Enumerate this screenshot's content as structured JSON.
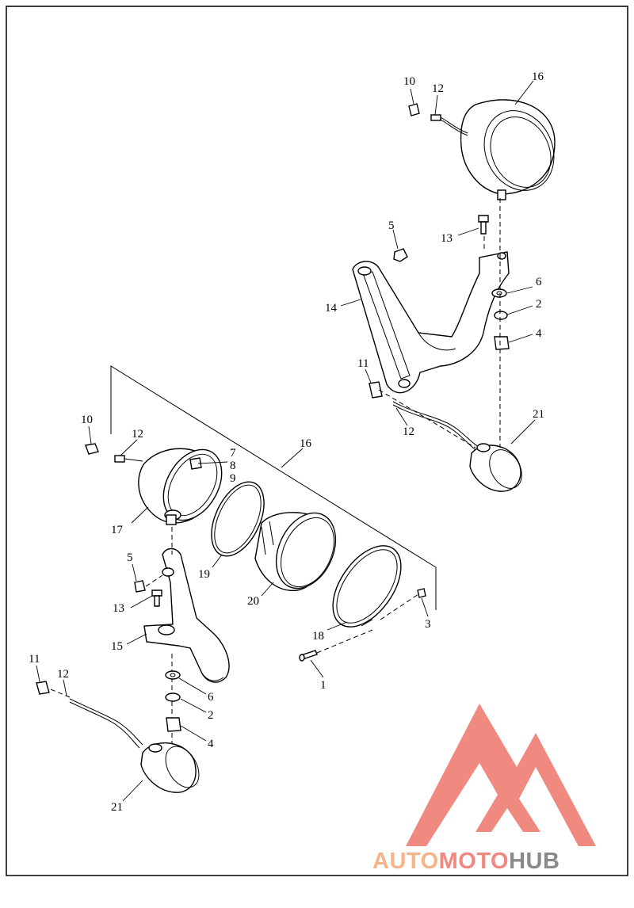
{
  "diagram": {
    "callouts": {
      "c10a": "10",
      "c12a": "12",
      "c16a": "16",
      "c5a": "5",
      "c13a": "13",
      "c6a": "6",
      "c2a": "2",
      "c4a": "4",
      "c14": "14",
      "c11a": "11",
      "c12b": "12",
      "c21a": "21",
      "c10b": "10",
      "c12c": "12",
      "c7": "7",
      "c8": "8",
      "c9": "9",
      "c16b": "16",
      "c17": "17",
      "c5b": "5",
      "c19": "19",
      "c20": "20",
      "c13b": "13",
      "c15": "15",
      "c18": "18",
      "c3": "3",
      "c1": "1",
      "c11b": "11",
      "c12d": "12",
      "c6b": "6",
      "c2b": "2",
      "c4b": "4",
      "c21b": "21"
    }
  },
  "watermark": {
    "brand_part1": "AUTO",
    "brand_part2": "MOTO",
    "brand_part3": "HUB",
    "color_auto": "#f5b48a",
    "color_moto": "#f08a80",
    "color_hub": "#8a8a8a",
    "color_mark": "#f08a80"
  }
}
